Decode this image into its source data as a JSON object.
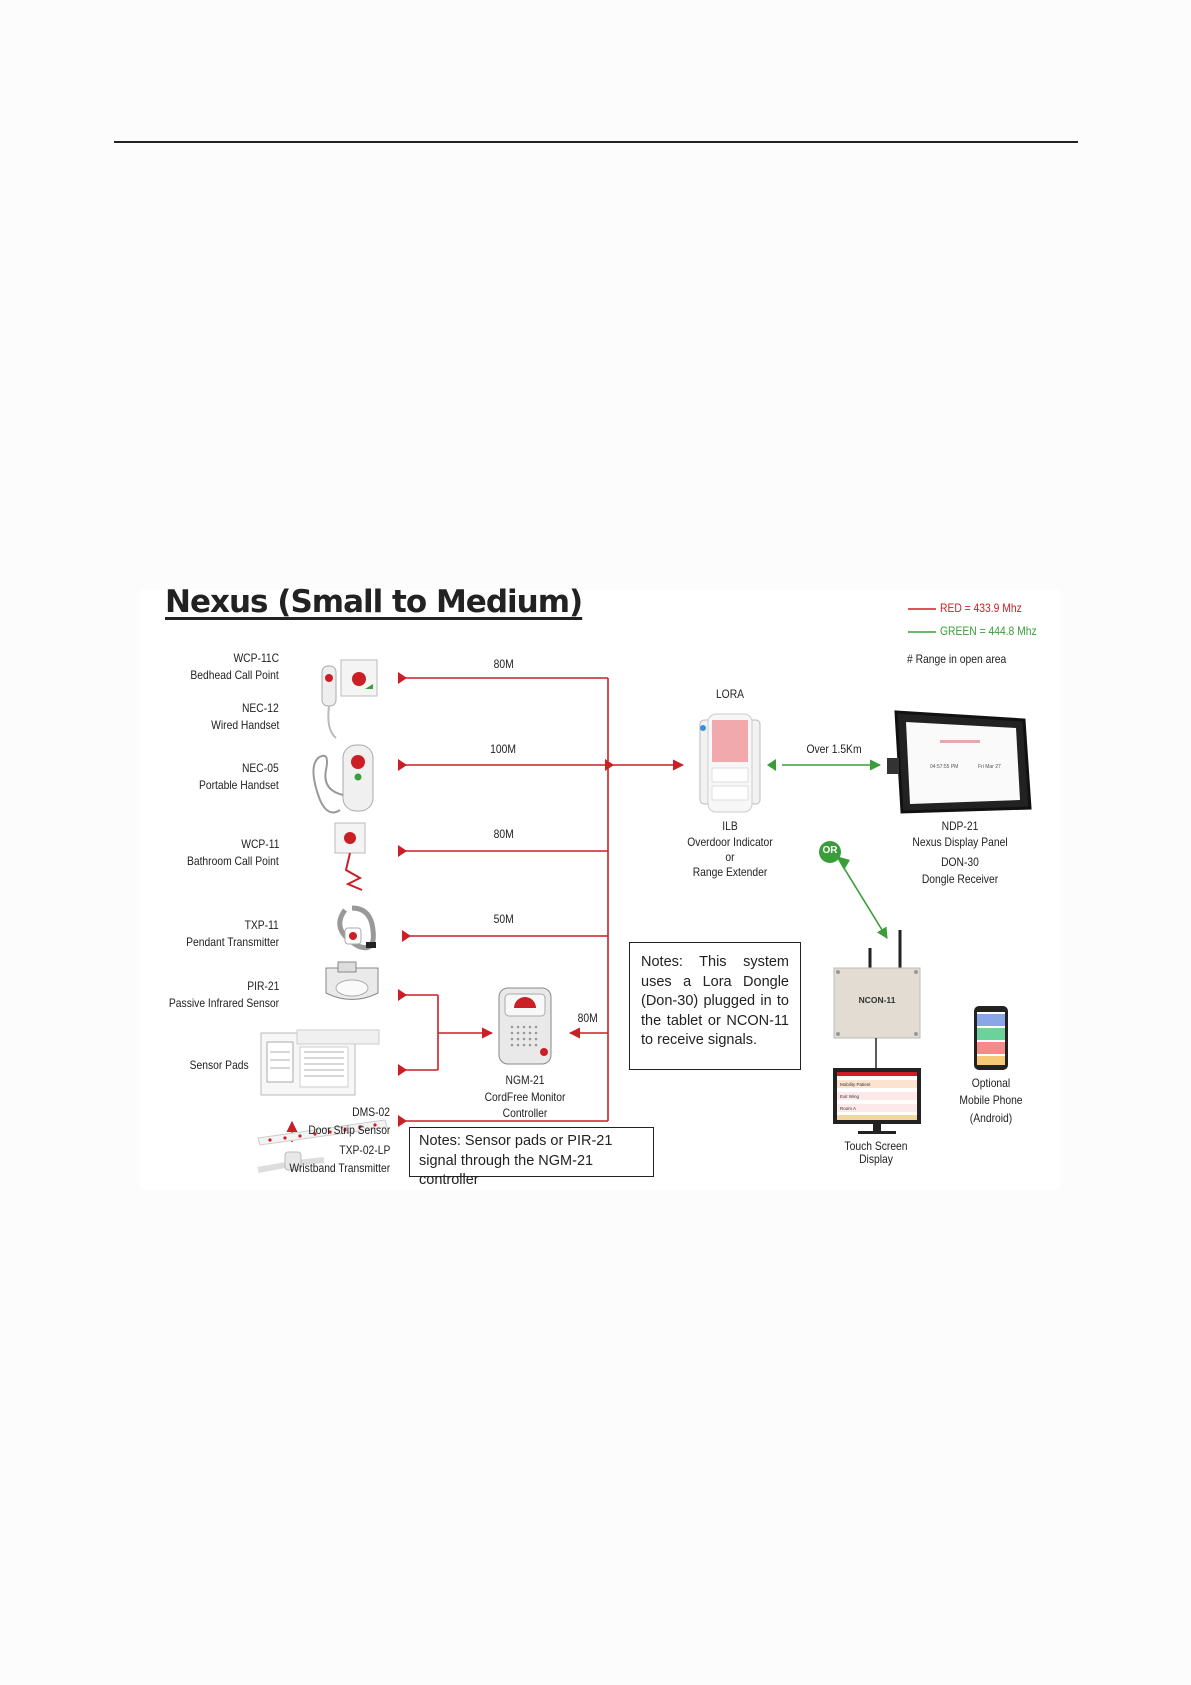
{
  "diagram": {
    "title": "Nexus (Small to Medium)",
    "legend": {
      "red": "RED = 433.9 Mhz",
      "green": "GREEN = 444.8 Mhz",
      "range_note": "# Range in open area"
    },
    "colors": {
      "red": "#cc1f25",
      "green": "#3a9d3a"
    },
    "devices": {
      "wcp11c": {
        "code": "WCP-11C",
        "name": "Bedhead Call Point"
      },
      "nec12": {
        "code": "NEC-12",
        "name": "Wired Handset"
      },
      "nec05": {
        "code": "NEC-05",
        "name": "Portable Handset"
      },
      "wcp11": {
        "code": "WCP-11",
        "name": "Bathroom Call Point"
      },
      "txp11": {
        "code": "TXP-11",
        "name": "Pendant Transmitter"
      },
      "pir21": {
        "code": "PIR-21",
        "name": "Passive Infrared Sensor"
      },
      "sensor_pads": {
        "name": "Sensor Pads"
      },
      "dms02": {
        "code": "DMS-02",
        "name": "Door Strip Sensor"
      },
      "txp02lp": {
        "code": "TXP-02-LP",
        "name": "Wristband Transmitter"
      },
      "ngm21": {
        "code": "NGM-21",
        "line1": "CordFree Monitor",
        "line2": "Controller"
      },
      "lora": {
        "label": "LORA",
        "code": "ILB",
        "line1": "Overdoor Indicator",
        "line2": "or",
        "line3": "Range Extender"
      },
      "ndp21": {
        "code": "NDP-21",
        "name": "Nexus Display Panel",
        "code2": "DON-30",
        "name2": "Dongle Receiver"
      },
      "ncon11": {
        "label": "NCON-11"
      },
      "touch_screen": {
        "line1": "Touch Screen",
        "line2": "Display"
      },
      "phone": {
        "line1": "Optional",
        "line2": "Mobile Phone",
        "line3": "(Android)"
      }
    },
    "distances": {
      "d1": "80M",
      "d2": "100M",
      "d3": "80M",
      "d4": "50M",
      "d5": "80M",
      "lora_link": "Over 1.5Km"
    },
    "or_badge": "OR",
    "note1": "Notes: This system uses a Lora Dongle (Don-30) plugged in to the tablet or NCON-11 to receive signals.",
    "note2": "Notes: Sensor pads or PIR-21 signal through the NGM-21 controller",
    "tablet_screen": {
      "time": "04:57:55 PM",
      "date": "Fri Mar 27"
    },
    "touch_rows": [
      "Mobility Patient",
      "Exit Wing",
      "Room A"
    ]
  }
}
